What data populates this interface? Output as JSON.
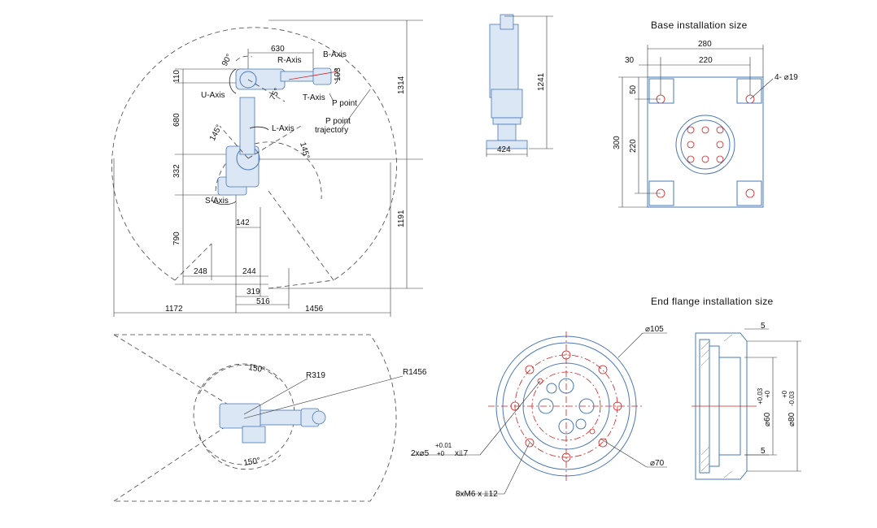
{
  "titles": {
    "base": "Base installation size",
    "flange": "End flange installation size"
  },
  "axes": {
    "u": "U-Axis",
    "r": "R-Axis",
    "b": "B-Axis",
    "t": "T-Axis",
    "l": "L-Axis",
    "s": "S-Axis"
  },
  "points": {
    "p_point": "P point",
    "p_traj_1": "P point",
    "p_traj_2": "trajectory"
  },
  "side_view_dims": {
    "d630": "630",
    "d110": "110",
    "d103": "103",
    "d680": "680",
    "d332": "332",
    "d790": "790",
    "d142": "142",
    "d248": "248",
    "d244": "244",
    "d319": "319",
    "d516": "516",
    "d1172": "1172",
    "d1456": "1456",
    "d1314": "1314",
    "d1191": "1191",
    "a90": "90°",
    "a75": "75°",
    "a145": "145°",
    "a145b": "145°"
  },
  "front_view_dims": {
    "d1241": "1241",
    "d424": "424"
  },
  "base_dims": {
    "d280": "280",
    "d220w": "220",
    "d30": "30",
    "d50": "50",
    "d300": "300",
    "d220h": "220",
    "holes": "4- ⌀19"
  },
  "top_view_dims": {
    "a150a": "150°",
    "a150b": "150°",
    "r319": "R319",
    "r1456": "R1456"
  },
  "flange_dims": {
    "phi105": "⌀105",
    "phi70": "⌀70",
    "pin_main": "2x⌀5",
    "pin_tol_top": "+0.01",
    "pin_tol_bot": "+0",
    "pin_depth": "x⫫7",
    "thread": "8xM6 x ⫫12",
    "d5a": "5",
    "d5b": "5",
    "phi60": "⌀60",
    "phi60_tol_top": "+0.03",
    "phi60_tol_bot": "+0",
    "phi80": "⌀80",
    "phi80_tol_top": "+0",
    "phi80_tol_bot": "-0.03"
  },
  "colors": {
    "line": "#222222",
    "robot_blue": "#4a78b8",
    "center_red": "#d02020"
  }
}
